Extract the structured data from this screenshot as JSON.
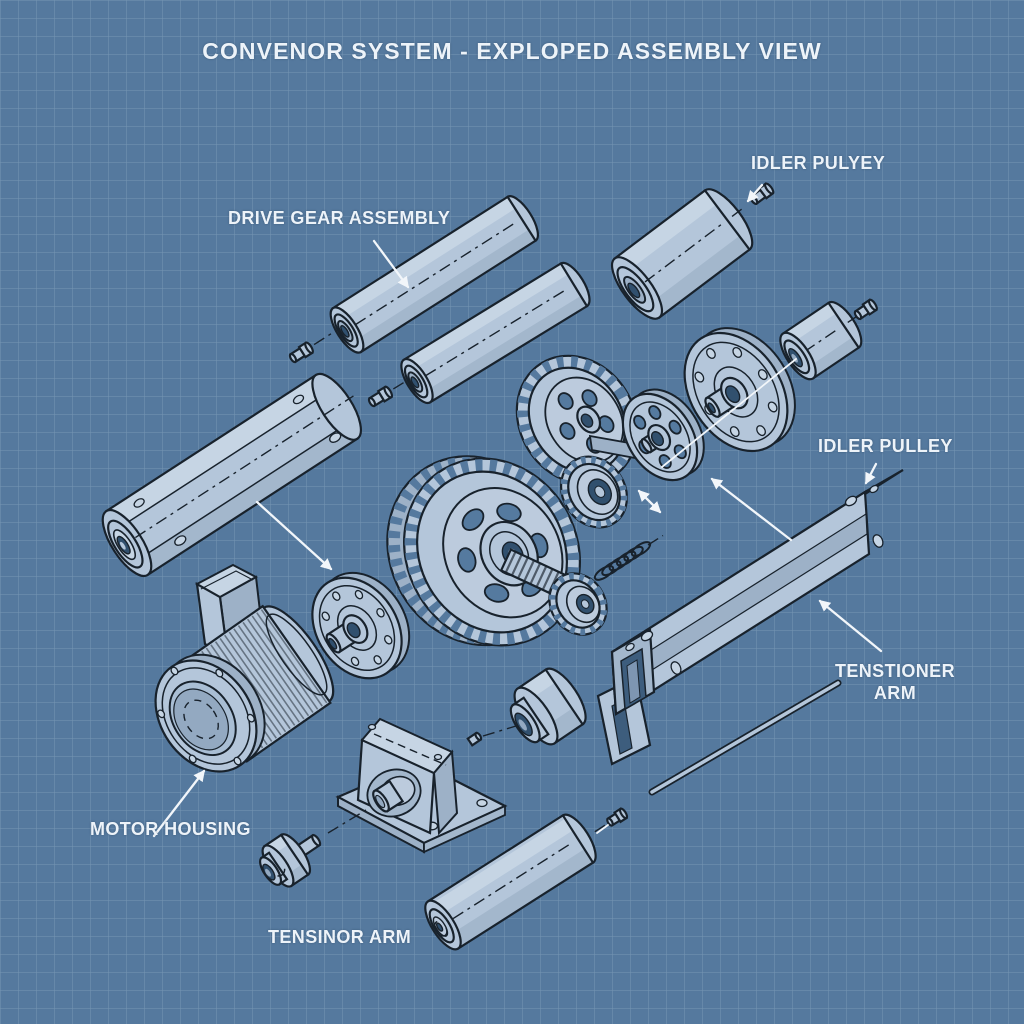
{
  "title": "CONVENOR SYSTEM - EXPLOPED ASSEMBLY VIEW",
  "labels": {
    "idler_pulley_top": "IDLER PULYEY",
    "drive_gear_assembly": "DRIVE GEAR ASSEMBLY",
    "idler_pulley_right": "IDLER PULLEY",
    "tensioner_right_line1": "TENSTIONER",
    "tensioner_right_line2": "ARM",
    "motor_housing": "MOTOR HOUSING",
    "tensioner_bottom": "TENSINOR ARM"
  },
  "style": {
    "background": "#55799e",
    "grid_line": "rgba(220,234,248,0.25)",
    "part_fill": "#b4c6da",
    "part_highlight": "#c6d5e4",
    "part_shade": "#9db1c7",
    "outline": "#18222c",
    "bore_dark": "#31506e",
    "label_color": "#edf3f9",
    "leader_color": "#f2f6fa"
  },
  "parts": [
    "drive-roller-bar",
    "roller-tube-1",
    "roller-tube-2",
    "idler-roller-top",
    "idler-pulley-small",
    "flange-disc-large",
    "flange-disc-medium",
    "gear-upper",
    "gear-small",
    "main-gear",
    "spline-shaft",
    "pinion-gear",
    "spring",
    "tensioner-rail",
    "tension-rod",
    "junction-box",
    "motor-body",
    "motor-flange",
    "bearing-flange",
    "pillow-block",
    "bearing-wheel",
    "small-pulley",
    "bottom-roller"
  ]
}
